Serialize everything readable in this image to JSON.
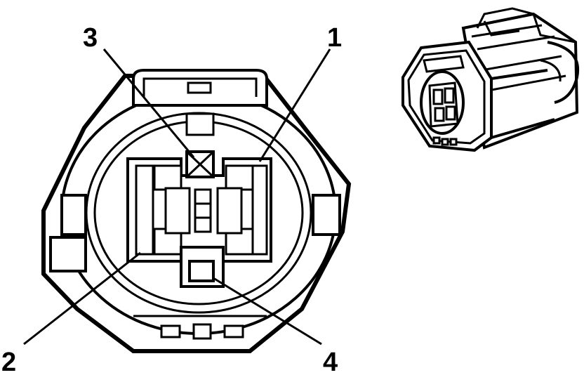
{
  "callouts": [
    {
      "id": "pin-1",
      "label": "1"
    },
    {
      "id": "pin-2",
      "label": "2"
    },
    {
      "id": "pin-3",
      "label": "3"
    },
    {
      "id": "pin-4",
      "label": "4"
    }
  ],
  "colors": {
    "line": "#000000",
    "background": "#ffffff"
  }
}
